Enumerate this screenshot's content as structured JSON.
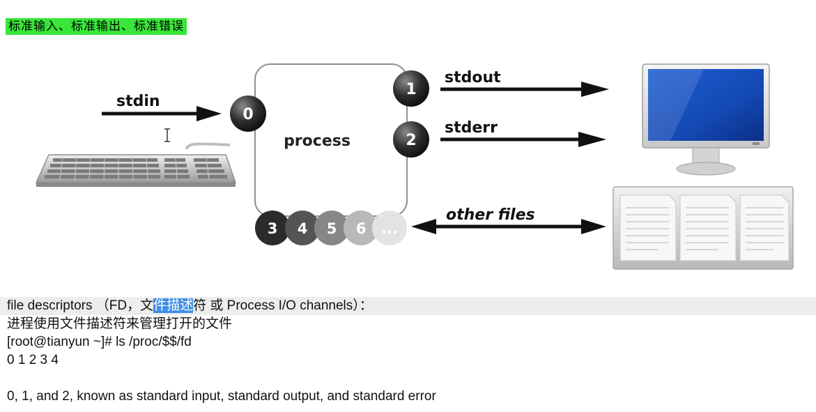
{
  "heading": "标准输入、标准输出、标准错误",
  "diagram": {
    "process_label": "process",
    "stdin_label": "stdin",
    "stdout_label": "stdout",
    "stderr_label": "stderr",
    "other_files_label": "other files",
    "fd0": "0",
    "fd1": "1",
    "fd2": "2",
    "extra_fds": [
      "3",
      "4",
      "5",
      "6",
      "..."
    ]
  },
  "text": {
    "line1_pre": "file descriptors （FD，文",
    "line1_highlight": "件描述",
    "line1_post": "符 或  Process I/O channels）：",
    "line2": "进程使用文件描述符来管理打开的文件",
    "line3": "[root@tianyun ~]# ls /proc/$$/fd",
    "line4": "0  1  2  3  4",
    "line5": "0, 1, and 2, known as standard input, standard output, and standard error"
  }
}
